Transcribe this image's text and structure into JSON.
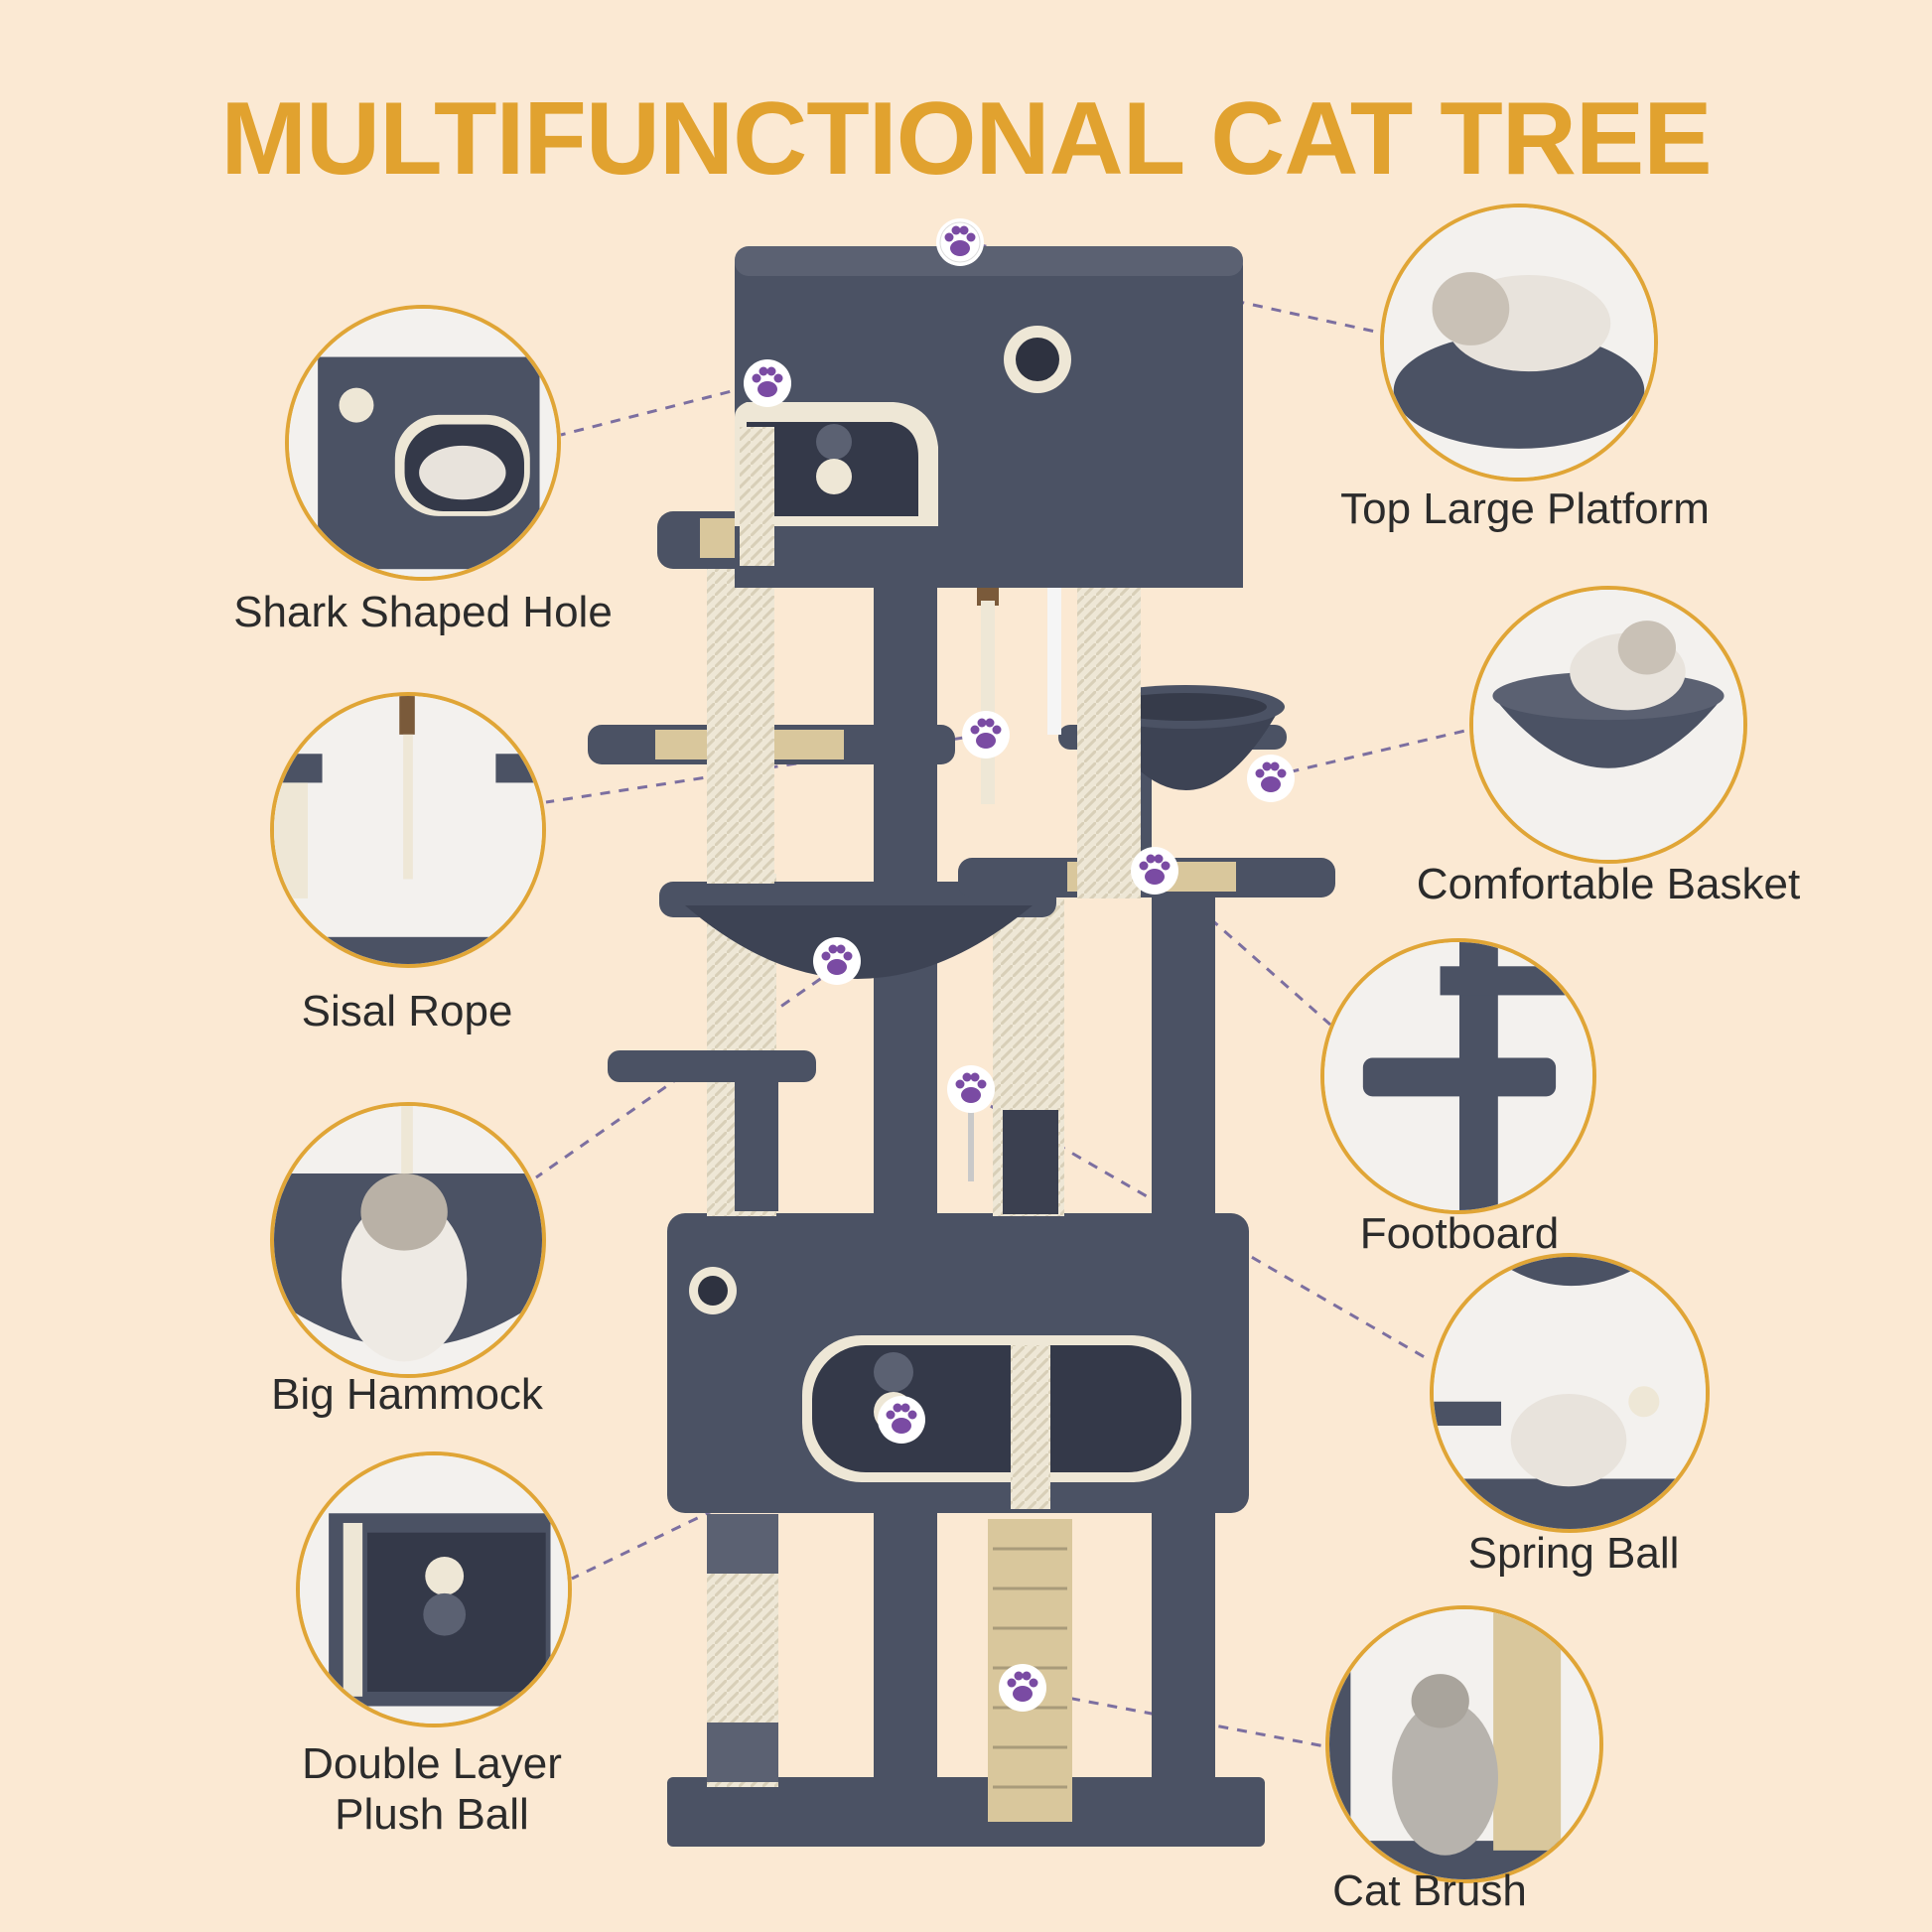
{
  "title": "MULTIFUNCTIONAL CAT TREE",
  "colors": {
    "background": "#fbe9d3",
    "title": "#e1a22f",
    "circle_border": "#e0a536",
    "fabric": "#4b5264",
    "sisal": "#eee7d6",
    "paw": "#7a4ba3",
    "leader": "#7c6fa0"
  },
  "features": [
    {
      "id": "top-large-platform",
      "label": "Top Large Platform",
      "icon": "paw-icon"
    },
    {
      "id": "shark-shaped-hole",
      "label": "Shark Shaped Hole",
      "icon": "paw-icon"
    },
    {
      "id": "comfortable-basket",
      "label": "Comfortable Basket",
      "icon": "paw-icon"
    },
    {
      "id": "sisal-rope",
      "label": "Sisal Rope",
      "icon": "paw-icon"
    },
    {
      "id": "footboard",
      "label": "Footboard",
      "icon": "paw-icon"
    },
    {
      "id": "big-hammock",
      "label": "Big Hammock",
      "icon": "paw-icon"
    },
    {
      "id": "spring-ball",
      "label": "Spring Ball",
      "icon": "paw-icon"
    },
    {
      "id": "double-layer-plush-ball",
      "label_line1": "Double Layer",
      "label_line2": "Plush Ball",
      "icon": "paw-icon"
    },
    {
      "id": "cat-brush",
      "label": "Cat Brush",
      "icon": "paw-icon"
    }
  ]
}
